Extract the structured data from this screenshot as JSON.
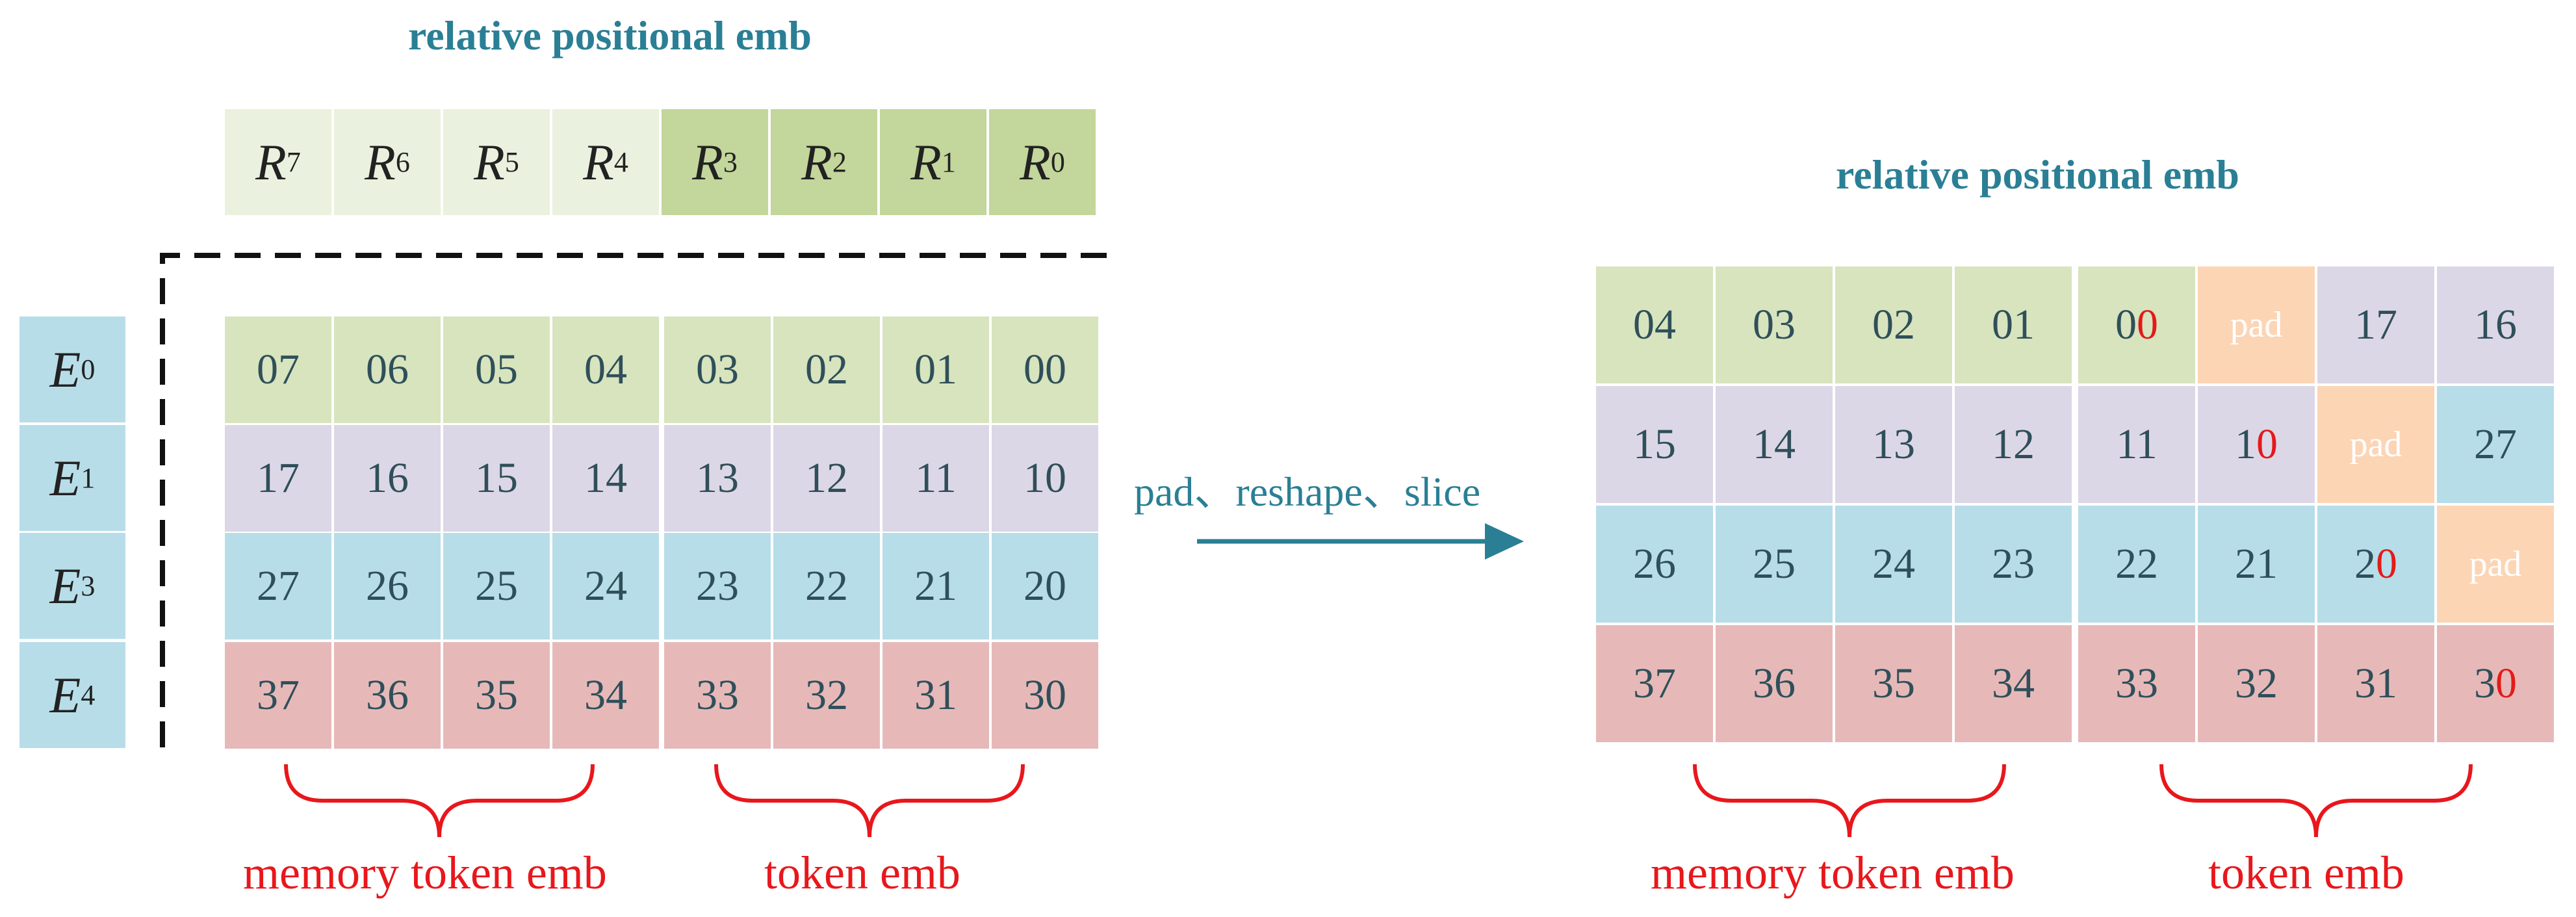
{
  "left": {
    "title": "relative positional emb",
    "r_row": [
      {
        "base": "R",
        "sub": "7",
        "color": "#eaf1de"
      },
      {
        "base": "R",
        "sub": "6",
        "color": "#eaf1de"
      },
      {
        "base": "R",
        "sub": "5",
        "color": "#eaf1de"
      },
      {
        "base": "R",
        "sub": "4",
        "color": "#eaf1de"
      },
      {
        "base": "R",
        "sub": "3",
        "color": "#c3d69b"
      },
      {
        "base": "R",
        "sub": "2",
        "color": "#c3d69b"
      },
      {
        "base": "R",
        "sub": "1",
        "color": "#c3d69b"
      },
      {
        "base": "R",
        "sub": "0",
        "color": "#c3d69b"
      }
    ],
    "e_col": [
      {
        "base": "E",
        "sub": "0"
      },
      {
        "base": "E",
        "sub": "1"
      },
      {
        "base": "E",
        "sub": "3"
      },
      {
        "base": "E",
        "sub": "4"
      }
    ],
    "grid": [
      [
        "07",
        "06",
        "05",
        "04",
        "03",
        "02",
        "01",
        "00"
      ],
      [
        "17",
        "16",
        "15",
        "14",
        "13",
        "12",
        "11",
        "10"
      ],
      [
        "27",
        "26",
        "25",
        "24",
        "23",
        "22",
        "21",
        "20"
      ],
      [
        "37",
        "36",
        "35",
        "34",
        "33",
        "32",
        "31",
        "30"
      ]
    ],
    "memory_label": "memory token emb",
    "token_label": "token emb"
  },
  "operation": "pad、reshape、slice",
  "right": {
    "title": "relative positional emb",
    "grid": [
      [
        "04",
        "03",
        "02",
        "01",
        "00",
        "pad",
        "17",
        "16"
      ],
      [
        "15",
        "14",
        "13",
        "12",
        "11",
        "10",
        "pad",
        "27"
      ],
      [
        "26",
        "25",
        "24",
        "23",
        "22",
        "21",
        "20",
        "pad"
      ],
      [
        "37",
        "36",
        "35",
        "34",
        "33",
        "32",
        "31",
        "30"
      ]
    ],
    "memory_label": "memory token emb",
    "token_label": "token emb"
  },
  "colors": {
    "row0": "#d7e4bd",
    "row1": "#dcd7e6",
    "row2": "#b7dde8",
    "row3": "#e6b9b8",
    "pad": "#fcd5b5",
    "e_cell": "#b7dde8",
    "brace": "#e8171c",
    "arrow": "#2a7f95",
    "accent_red": "#e41a1a"
  }
}
